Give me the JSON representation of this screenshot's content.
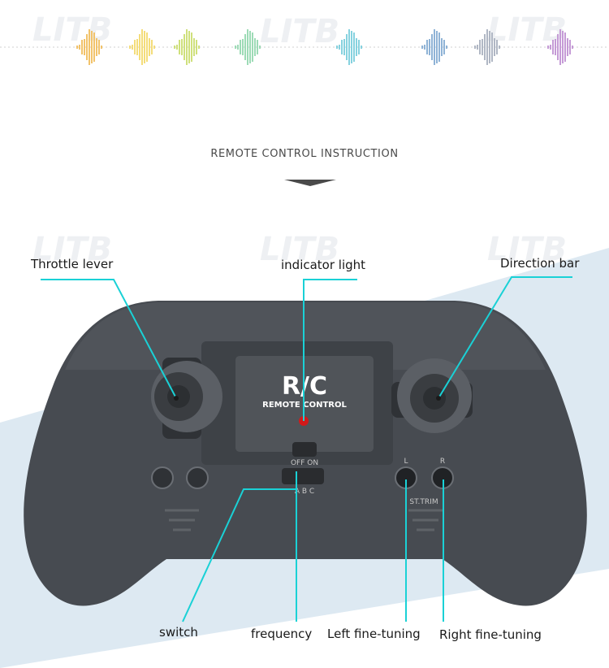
{
  "watermark": "LITB",
  "header": {
    "title": "REMOTE CONTROL INSTRUCTION"
  },
  "device": {
    "logo_text": "R/C",
    "logo_subtext": "REMOTE CONTROL",
    "switch_marks": "OFF ON",
    "frequency_marks": "A  B  C",
    "trim_left_mark": "L",
    "trim_right_mark": "R",
    "trim_caption": "ST.TRIM"
  },
  "callouts": {
    "throttle_lever": "Throttle lever",
    "indicator_light": "indicator light",
    "direction_bar": "Direction bar",
    "switch": "switch",
    "frequency": "frequency",
    "left_fine_tuning": "Left fine-tuning",
    "right_fine_tuning": "Right fine-tuning"
  },
  "colors": {
    "callout_line": "#1ad1d6",
    "body": "#474b51",
    "indicator": "#d11a1a",
    "backdrop": "#dbe8f1"
  }
}
